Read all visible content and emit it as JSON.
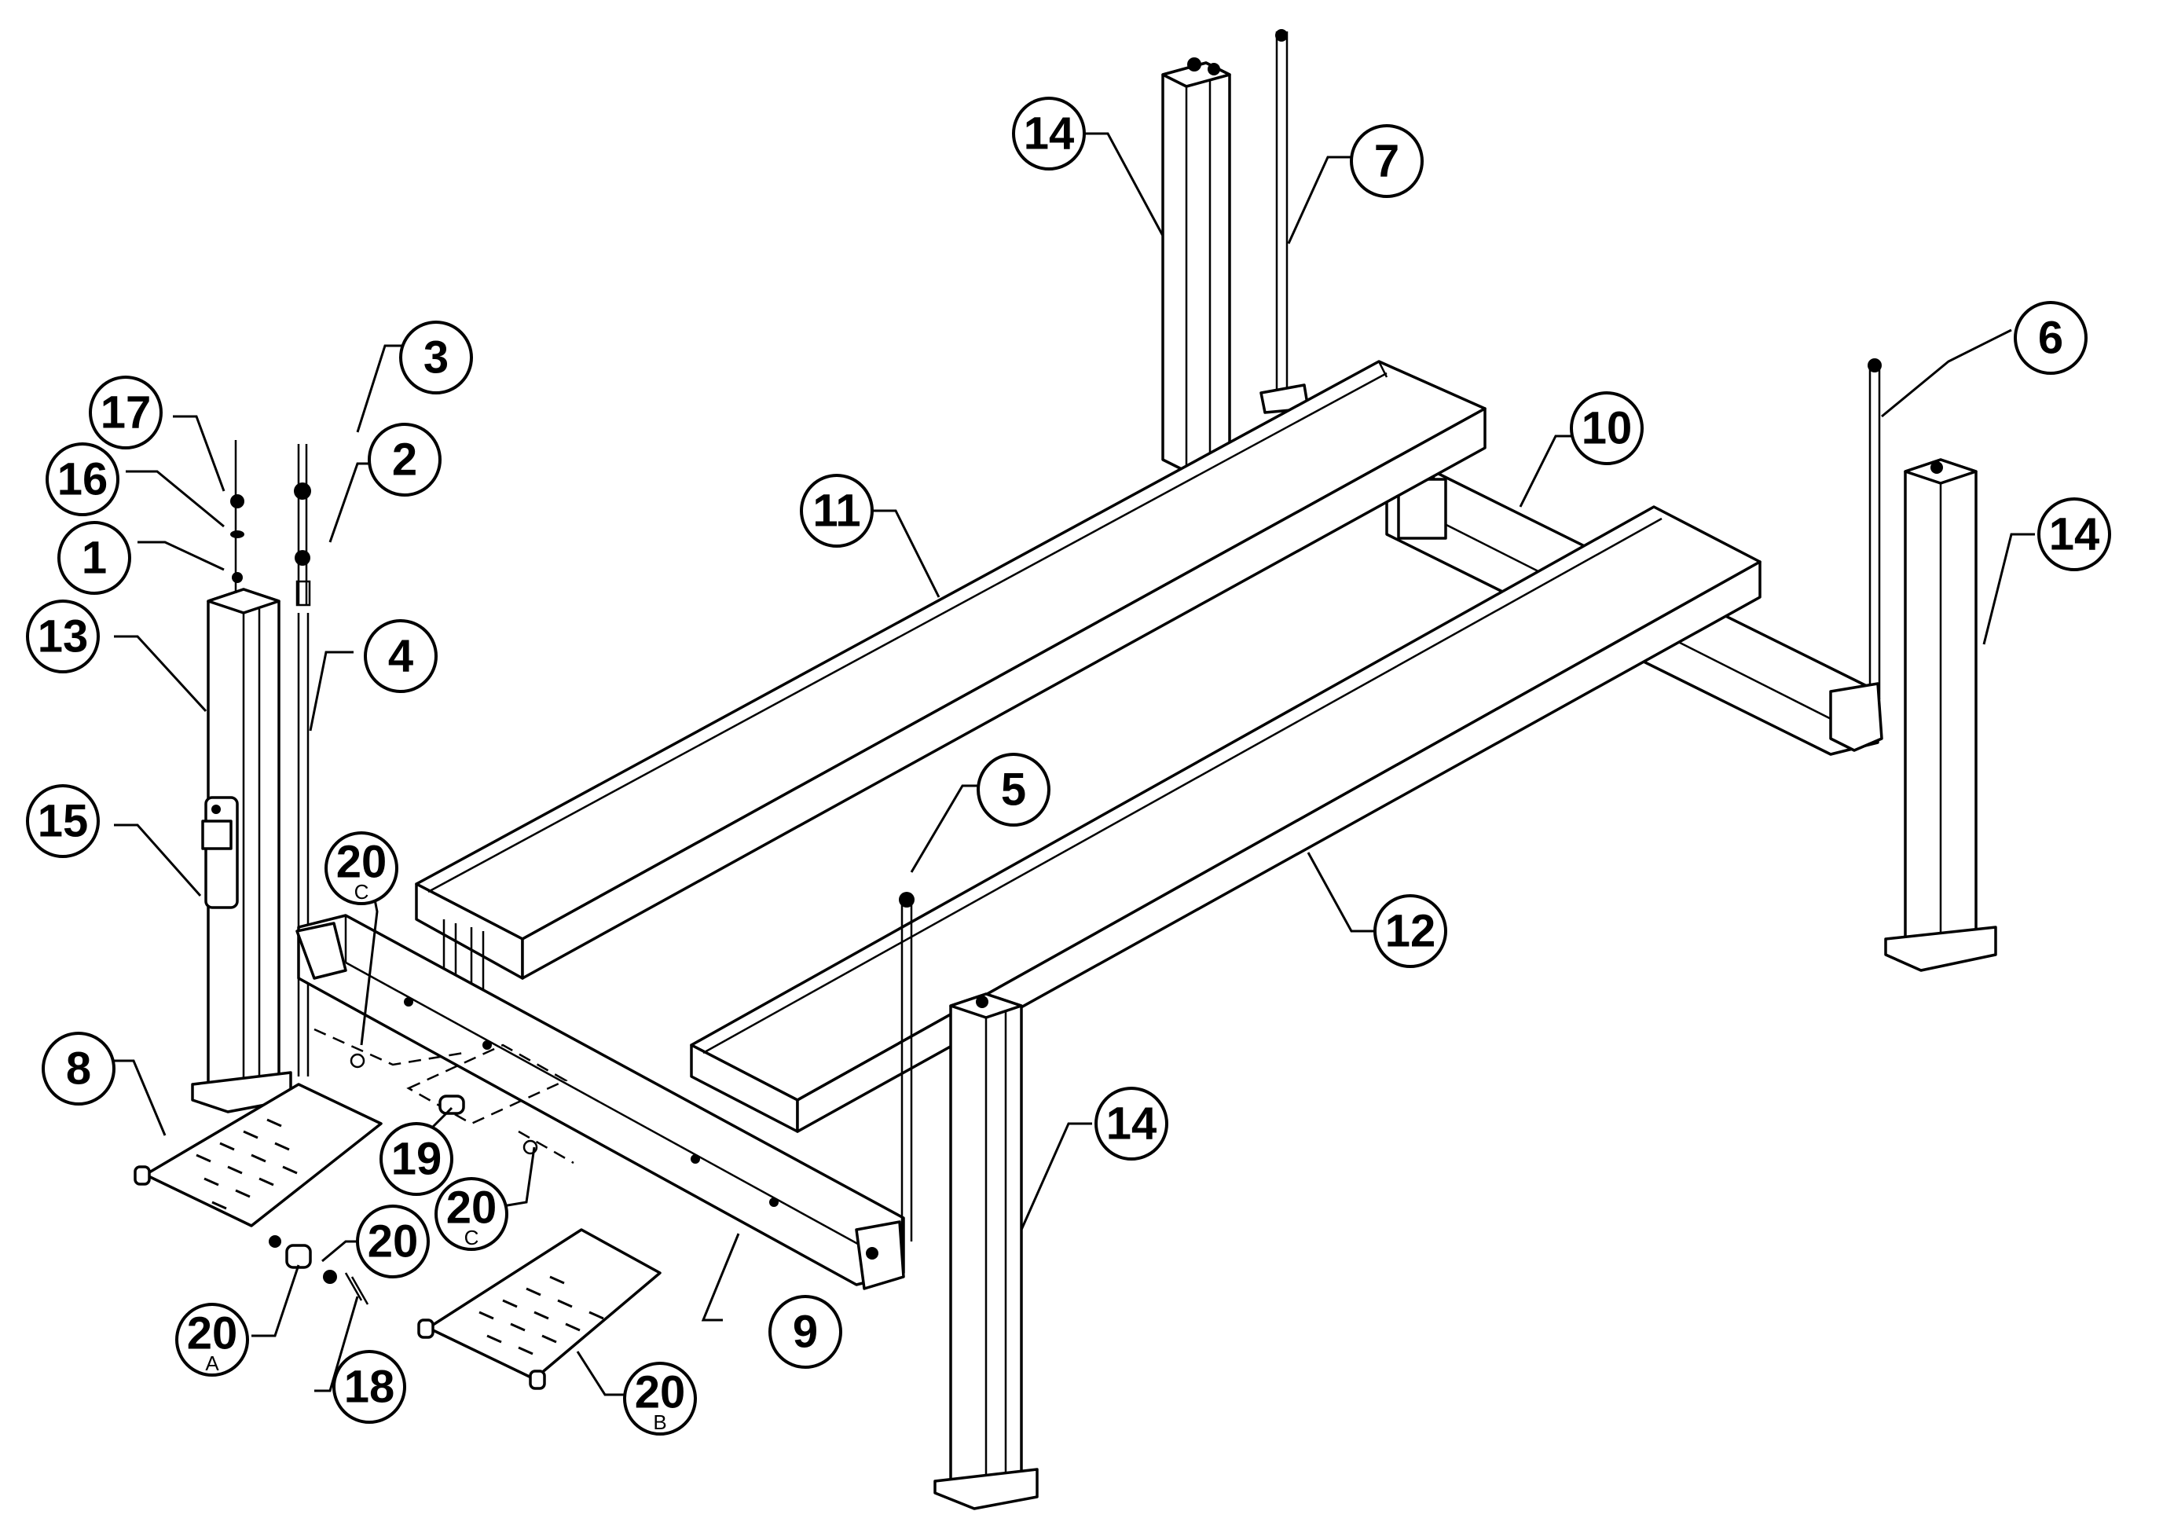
{
  "diagram": {
    "title": "Four-post lift exploded parts diagram",
    "callouts": [
      {
        "id": "c1",
        "label": "1"
      },
      {
        "id": "c2",
        "label": "2"
      },
      {
        "id": "c3",
        "label": "3"
      },
      {
        "id": "c4",
        "label": "4"
      },
      {
        "id": "c5",
        "label": "5"
      },
      {
        "id": "c6",
        "label": "6"
      },
      {
        "id": "c7",
        "label": "7"
      },
      {
        "id": "c8",
        "label": "8"
      },
      {
        "id": "c9",
        "label": "9"
      },
      {
        "id": "c10",
        "label": "10"
      },
      {
        "id": "c11",
        "label": "11"
      },
      {
        "id": "c12",
        "label": "12"
      },
      {
        "id": "c13",
        "label": "13"
      },
      {
        "id": "c14a",
        "label": "14"
      },
      {
        "id": "c14b",
        "label": "14"
      },
      {
        "id": "c14c",
        "label": "14"
      },
      {
        "id": "c15",
        "label": "15"
      },
      {
        "id": "c16",
        "label": "16"
      },
      {
        "id": "c17",
        "label": "17"
      },
      {
        "id": "c18",
        "label": "18"
      },
      {
        "id": "c19",
        "label": "19"
      },
      {
        "id": "c20",
        "label": "20"
      },
      {
        "id": "c20a",
        "label": "20",
        "sub": "A"
      },
      {
        "id": "c20b",
        "label": "20",
        "sub": "B"
      },
      {
        "id": "c20c1",
        "label": "20",
        "sub": "C"
      },
      {
        "id": "c20c2",
        "label": "20",
        "sub": "C"
      }
    ]
  },
  "colors": {
    "line": "#000000",
    "background": "#ffffff"
  }
}
